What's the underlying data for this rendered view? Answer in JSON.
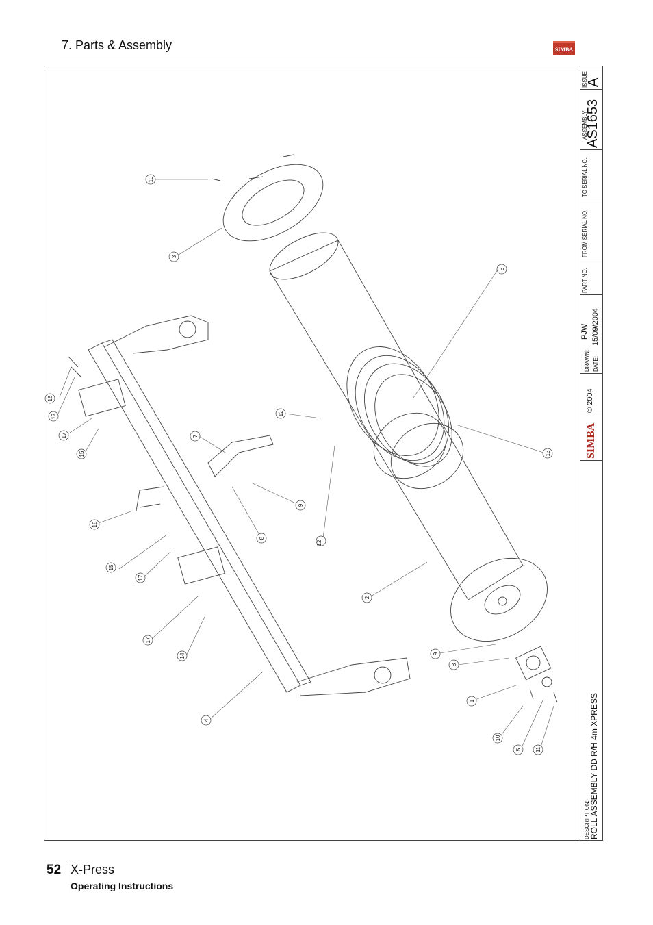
{
  "header": {
    "section_title": "7. Parts & Assembly",
    "logo_text": "SIMBA"
  },
  "title_block": {
    "issue_label": "ISSUE",
    "issue_value": "A",
    "assembly_label": "ASSEMBLY",
    "assembly_value": "AS1653",
    "to_serial_label": "TO SERIAL NO.",
    "from_serial_label": "FROM SERIAL NO.",
    "part_no_label": "PART NO.",
    "drawn_label": "DRAWN:-",
    "drawn_value": "PJW",
    "date_label": "DATE:-",
    "date_value": "15/09/2004",
    "copyright": "© 2004",
    "logo_text": "SIMBA",
    "description_label": "DESCRIPTION:-",
    "description_value": "ROLL ASSEMBLY DD R/H 4m XPRESS"
  },
  "balloons": [
    "10",
    "3",
    "6",
    "16",
    "17",
    "17",
    "15",
    "12",
    "7",
    "13",
    "9",
    "8",
    "18",
    "12",
    "15",
    "17",
    "2",
    "17",
    "14",
    "9",
    "8",
    "1",
    "4",
    "10",
    "5",
    "11"
  ],
  "footer": {
    "page_number": "52",
    "product": "X-Press",
    "subtitle": "Operating Instructions"
  }
}
